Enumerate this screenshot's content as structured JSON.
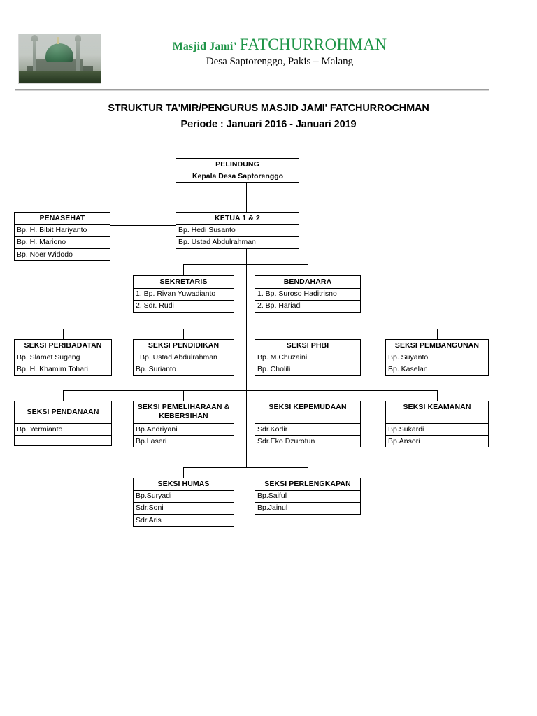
{
  "letterhead": {
    "photo_alt": "mosque-photo",
    "org_name_prefix": "Masjid Jami’",
    "org_name_main": "FATCHURROHMAN",
    "address": "Desa Saptorenggo, Pakis – Malang"
  },
  "chart_title": "STRUKTUR TA'MIR/PENGURUS MASJID JAMI' FATCHURROCHMAN",
  "chart_period": "Periode : Januari 2016 - Januari 2019",
  "colors": {
    "org_name": "#1e9447",
    "text": "#000000",
    "border": "#000000",
    "rule": "#9a9a9a"
  },
  "chart_data": {
    "type": "diagram",
    "title": "STRUKTUR TA'MIR/PENGURUS MASJID JAMI' FATCHURROCHMAN",
    "subtitle": "Periode : Januari 2016 - Januari 2019",
    "nodes": {
      "pelindung": {
        "header": "PELINDUNG",
        "rows": [
          "Kepala Desa Saptorenggo"
        ]
      },
      "penasehat": {
        "header": "PENASEHAT",
        "rows": [
          "Bp. H. Bibit Hariyanto",
          "Bp. H. Mariono",
          "Bp. Noer Widodo"
        ]
      },
      "ketua": {
        "header": "KETUA 1 & 2",
        "rows": [
          "Bp. Hedi Susanto",
          "Bp. Ustad Abdulrahman"
        ]
      },
      "sekretaris": {
        "header": "SEKRETARIS",
        "rows": [
          "1. Bp. Rivan Yuwadianto",
          "2. Sdr. Rudi"
        ]
      },
      "bendahara": {
        "header": "BENDAHARA",
        "rows": [
          "1. Bp. Suroso Haditrisno",
          "2. Bp. Hariadi"
        ]
      },
      "peribadatan": {
        "header": "SEKSI PERIBADATAN",
        "rows": [
          "Bp. Slamet Sugeng",
          "Bp. H. Khamim Tohari"
        ]
      },
      "pendidikan": {
        "header": "SEKSI PENDIDIKAN",
        "rows": [
          "Bp. Ustad Abdulrahman",
          "Bp. Surianto"
        ]
      },
      "phbi": {
        "header": "SEKSI PHBI",
        "rows": [
          "Bp. M.Chuzaini",
          "Bp. Cholili"
        ]
      },
      "pembangunan": {
        "header": "SEKSI PEMBANGUNAN",
        "rows": [
          "Bp. Suyanto",
          "Bp. Kaselan"
        ]
      },
      "pendanaan": {
        "header": "SEKSI PENDANAAN",
        "rows": [
          "Bp. Yermianto",
          ""
        ]
      },
      "pemeliharaan": {
        "header": "SEKSI PEMELIHARAAN & KEBERSIHAN",
        "rows": [
          "Bp.Andriyani",
          "Bp.Laseri"
        ]
      },
      "kepemudaan": {
        "header": "SEKSI KEPEMUDAAN",
        "rows": [
          "Sdr.Kodir",
          "Sdr.Eko Dzurotun"
        ]
      },
      "keamanan": {
        "header": "SEKSI KEAMANAN",
        "rows": [
          "Bp.Sukardi",
          "Bp.Ansori"
        ]
      },
      "humas": {
        "header": "SEKSI HUMAS",
        "rows": [
          "Bp.Suryadi",
          "Sdr.Soni",
          "Sdr.Aris"
        ]
      },
      "perlengkapan": {
        "header": "SEKSI PERLENGKAPAN",
        "rows": [
          "Bp.Saiful",
          "Bp.Jainul"
        ]
      }
    },
    "edges": [
      [
        "pelindung",
        "ketua"
      ],
      [
        "penasehat",
        "ketua"
      ],
      [
        "ketua",
        "sekretaris"
      ],
      [
        "ketua",
        "bendahara"
      ],
      [
        "ketua",
        "peribadatan"
      ],
      [
        "ketua",
        "pendidikan"
      ],
      [
        "ketua",
        "phbi"
      ],
      [
        "ketua",
        "pembangunan"
      ],
      [
        "ketua",
        "pendanaan"
      ],
      [
        "ketua",
        "pemeliharaan"
      ],
      [
        "ketua",
        "kepemudaan"
      ],
      [
        "ketua",
        "keamanan"
      ],
      [
        "ketua",
        "humas"
      ],
      [
        "ketua",
        "perlengkapan"
      ]
    ]
  }
}
